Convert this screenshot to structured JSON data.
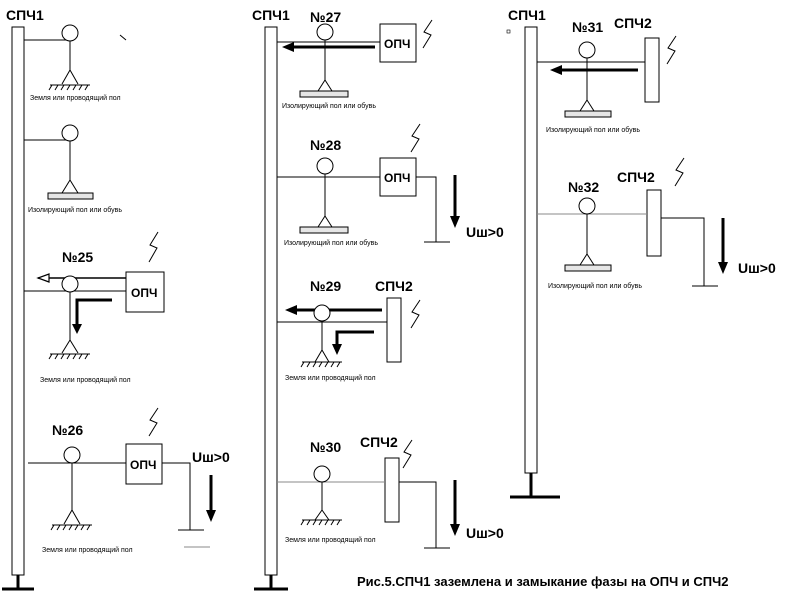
{
  "labels": {
    "spch1": "СПЧ1",
    "spch2": "СПЧ2",
    "opch": "ОПЧ",
    "uw": "Uш>0",
    "ground_floor": "Земля или проводящий пол",
    "insul_floor": "Изолирующий пол или обувь",
    "n25": "№25",
    "n26": "№26",
    "n27": "№27",
    "n28": "№28",
    "n29": "№29",
    "n30": "№30",
    "n31": "№31",
    "n32": "№32"
  },
  "caption": "Рис.5.СПЧ1 заземлена и замыкание фазы на ОПЧ и СПЧ2"
}
